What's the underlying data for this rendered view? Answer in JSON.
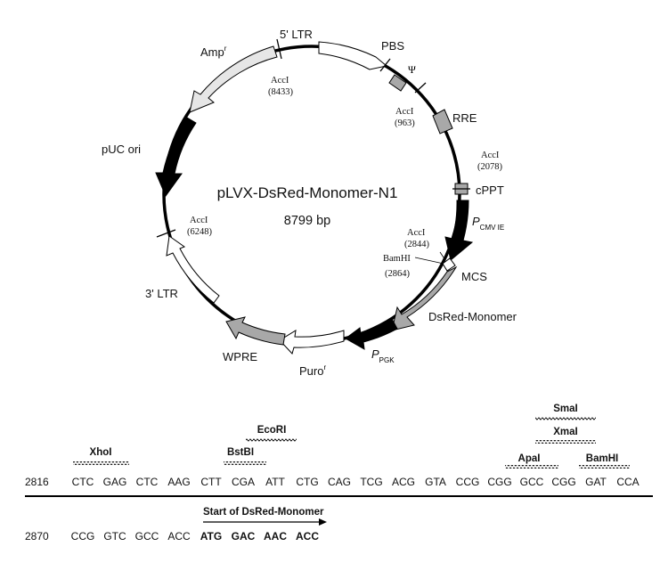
{
  "plasmid": {
    "name": "pLVX-DsRed-Monomer-N1",
    "size": "8799 bp"
  },
  "features": {
    "ltr5": "5' LTR",
    "pbs": "PBS",
    "psi": "Ψ",
    "rre": "RRE",
    "cppt": "cPPT",
    "pcmv_main": "P",
    "pcmv_sub": "CMV IE",
    "mcs": "MCS",
    "dsred": "DsRed-Monomer",
    "ppgk_main": "P",
    "ppgk_sub": "PGK",
    "puro_main": "Puro",
    "puro_sup": "r",
    "wpre": "WPRE",
    "ltr3": "3' LTR",
    "puc": "pUC ori",
    "amp_main": "Amp",
    "amp_sup": "r"
  },
  "sites": {
    "acc8433_name": "AccI",
    "acc8433_pos": "(8433)",
    "acc963_name": "AccI",
    "acc963_pos": "(963)",
    "acc2078_name": "AccI",
    "acc2078_pos": "(2078)",
    "acc2844_name": "AccI",
    "acc2844_pos": "(2844)",
    "bam2864_name": "BamHI",
    "bam2864_pos": "(2864)",
    "acc6248_name": "AccI",
    "acc6248_pos": "(6248)"
  },
  "sequence": {
    "line1_pos": "2816",
    "line1_codons": [
      "CTC",
      "GAG",
      "CTC",
      "AAG",
      "CTT",
      "CGA",
      "ATT",
      "CTG",
      "CAG",
      "TCG",
      "ACG",
      "GTA",
      "CCG",
      "CGG",
      "GCC",
      "CGG",
      "GAT",
      "CCA"
    ],
    "line2_pos": "2870",
    "line2_codons": [
      "CCG",
      "GTC",
      "GCC",
      "ACC",
      "ATG",
      "GAC",
      "AAC",
      "ACC"
    ],
    "enzymes": {
      "xhoi": "XhoI",
      "bstbi": "BstBI",
      "ecori": "EcoRI",
      "apai": "ApaI",
      "smai": "SmaI",
      "xmai": "XmaI",
      "bamhi": "BamHI"
    },
    "start_label": "Start of DsRed-Monomer"
  }
}
